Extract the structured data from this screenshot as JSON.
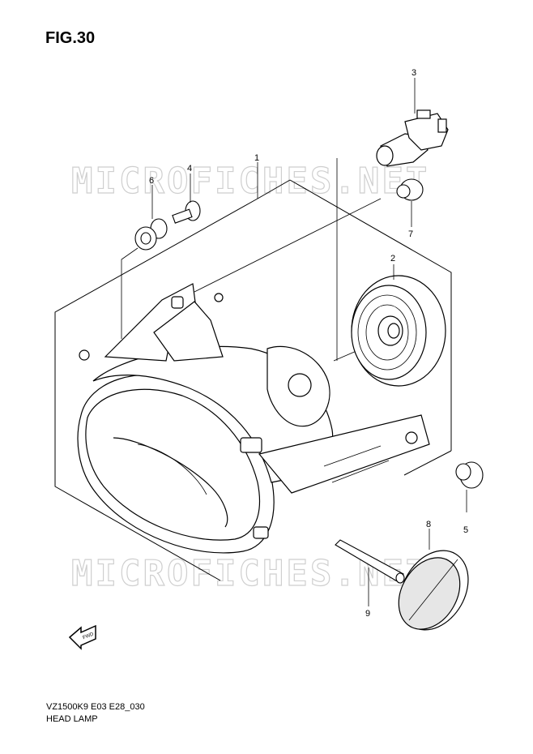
{
  "figure": {
    "title": "FIG.30",
    "model_code": "VZ1500K9 E03 E28_030",
    "assembly_name": "HEAD LAMP"
  },
  "watermark": "MICROFICHES.NET",
  "direction_badge": "FWD",
  "callouts": [
    "1",
    "2",
    "3",
    "4",
    "5",
    "6",
    "7",
    "8",
    "9"
  ]
}
